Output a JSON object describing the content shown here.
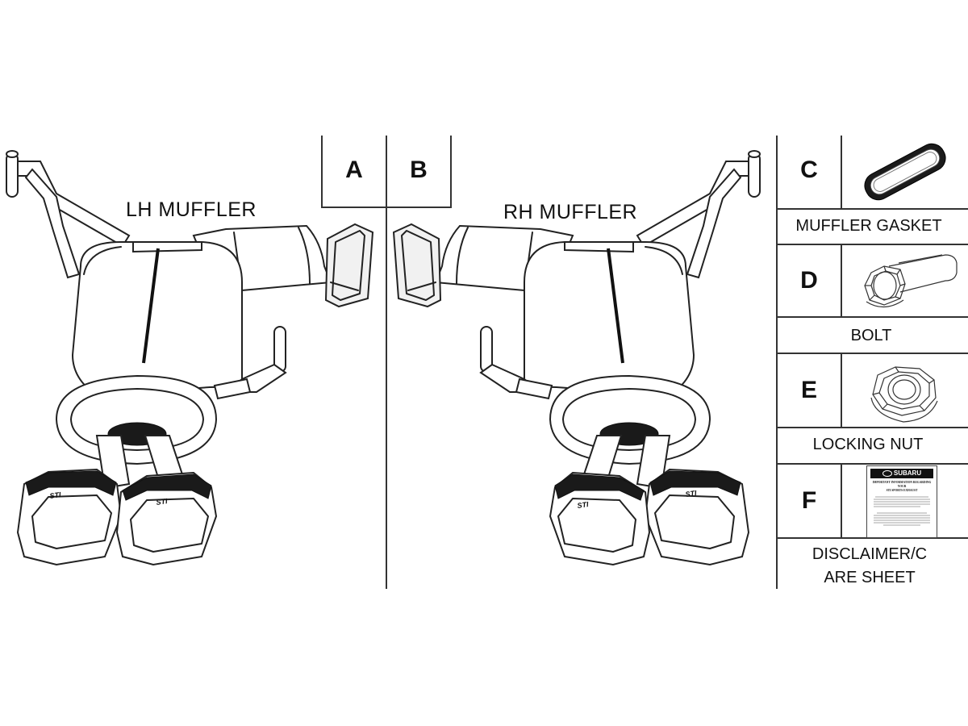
{
  "parts": {
    "A": {
      "letter": "A",
      "label": "LH MUFFLER"
    },
    "B": {
      "letter": "B",
      "label": "RH MUFFLER"
    },
    "C": {
      "letter": "C",
      "label": "MUFFLER GASKET"
    },
    "D": {
      "letter": "D",
      "label": "BOLT"
    },
    "E": {
      "letter": "E",
      "label": "LOCKING NUT"
    },
    "F": {
      "letter": "F",
      "label_line1": "DISCLAIMER/C",
      "label_line2": "ARE SHEET"
    }
  },
  "sheet": {
    "brand": "SUBARU",
    "heading1": "IMPORTANT INFORMATION REGARDING",
    "heading2": "YOUR",
    "heading3": "STI SPORTS EXHAUST"
  },
  "tip_logo": "STI"
}
